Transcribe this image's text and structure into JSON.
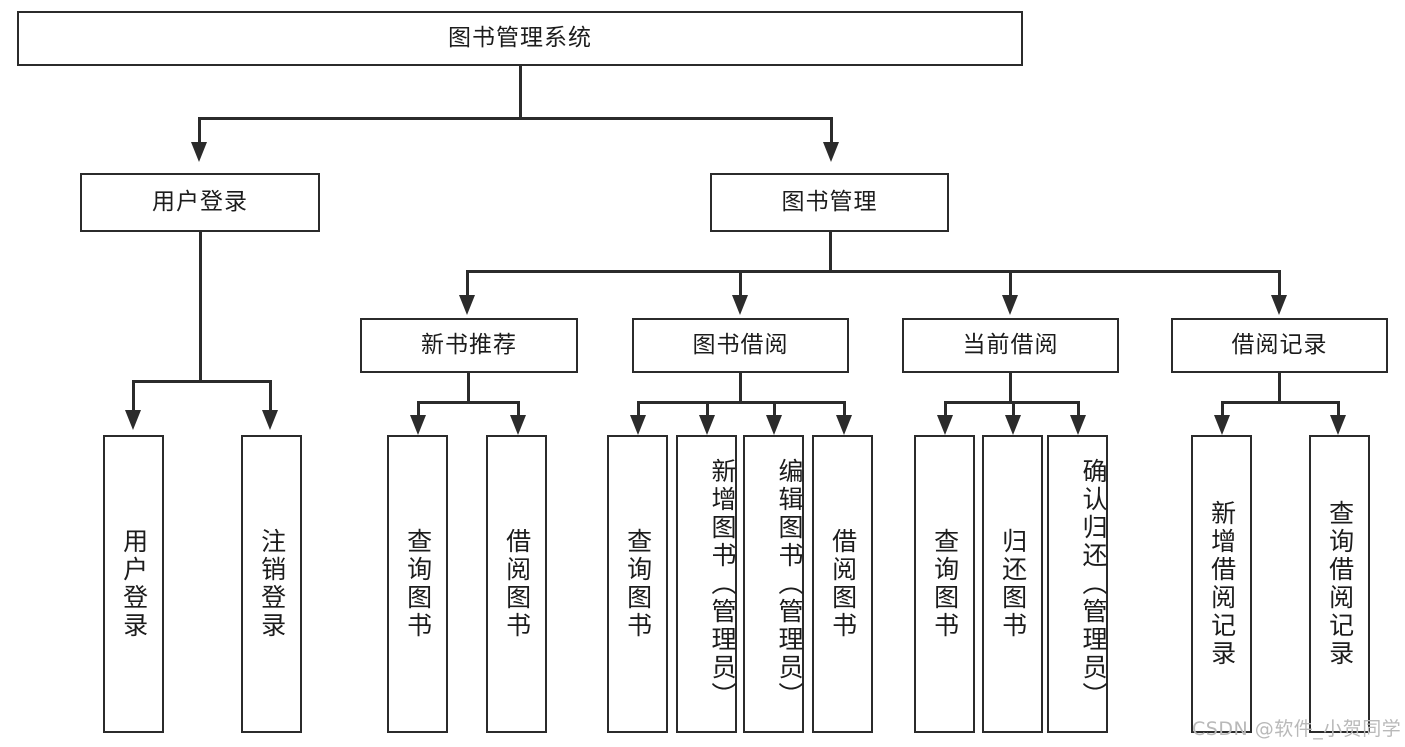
{
  "diagram": {
    "type": "hierarchy-tree",
    "title": "图书管理系统",
    "root": {
      "label": "图书管理系统"
    },
    "level2": [
      {
        "label": "用户登录"
      },
      {
        "label": "图书管理"
      }
    ],
    "level3": [
      {
        "label": "新书推荐",
        "parent": "图书管理"
      },
      {
        "label": "图书借阅",
        "parent": "图书管理"
      },
      {
        "label": "当前借阅",
        "parent": "图书管理"
      },
      {
        "label": "借阅记录",
        "parent": "图书管理"
      }
    ],
    "leaves": {
      "user_login": [
        {
          "label": "用户登录"
        },
        {
          "label": "注销登录"
        }
      ],
      "new_book_recommend": [
        {
          "label": "查询图书"
        },
        {
          "label": "借阅图书"
        }
      ],
      "book_borrow": [
        {
          "label": "查询图书"
        },
        {
          "label": "新增图书（管理员）"
        },
        {
          "label": "编辑图书（管理员）"
        },
        {
          "label": "借阅图书"
        }
      ],
      "current_borrow": [
        {
          "label": "查询图书"
        },
        {
          "label": "归还图书"
        },
        {
          "label": "确认归还（管理员）"
        }
      ],
      "borrow_record": [
        {
          "label": "新增借阅记录"
        },
        {
          "label": "查询借阅记录"
        }
      ]
    }
  },
  "watermark": {
    "text": "CSDN @软件_小贺同学"
  },
  "colors": {
    "stroke": "#2b2b2b",
    "background": "#ffffff",
    "text": "#1c1c1c",
    "watermark": "#b9b9b9"
  }
}
